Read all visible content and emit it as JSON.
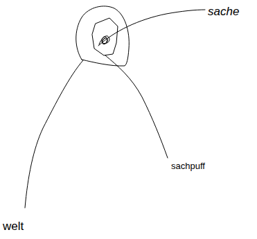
{
  "diagram": {
    "labels": [
      "sache",
      "sachpuff",
      "welt"
    ]
  }
}
